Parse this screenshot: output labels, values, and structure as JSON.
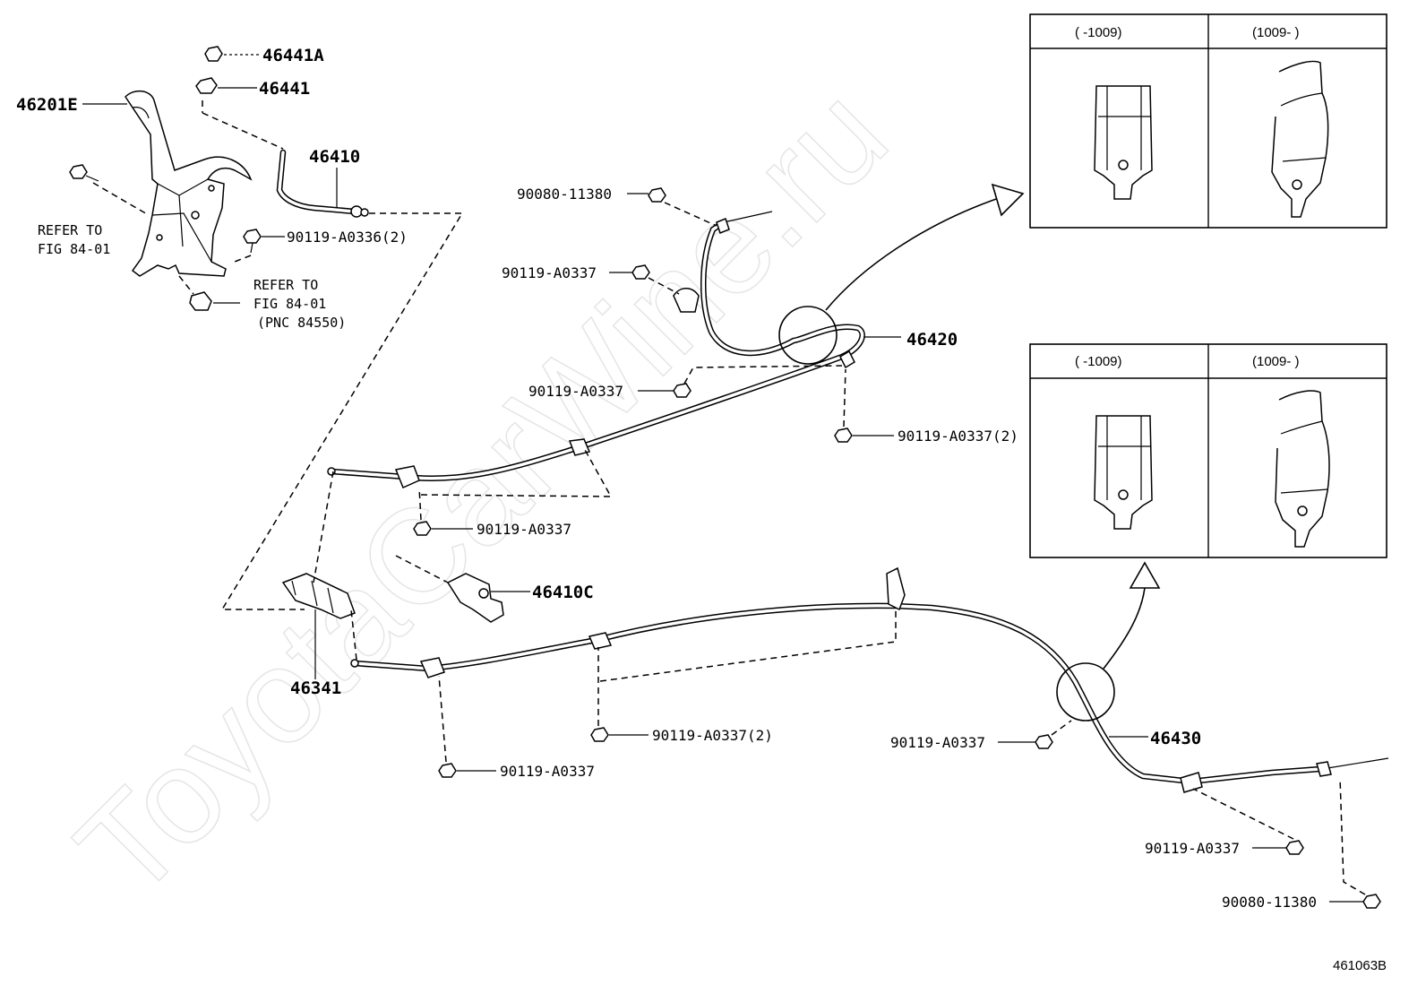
{
  "watermark": "ToyotaCarWine.ru",
  "figure_code": "461063B",
  "labels": {
    "p46441A": "46441A",
    "p46441": "46441",
    "p46201E": "46201E",
    "p46410": "46410",
    "ref_top_1": "REFER TO",
    "ref_top_2": "FIG 84-01",
    "ref_mid_1": "REFER TO",
    "ref_mid_2": "FIG 84-01",
    "ref_mid_3": "(PNC 84550)",
    "bolt_a0336": "90119-A0336(2)",
    "bolt_11380_top": "90080-11380",
    "bolt_a0337_1": "90119-A0337",
    "p46420": "46420",
    "bolt_a0337_2": "90119-A0337",
    "bolt_a0337_3": "90119-A0337(2)",
    "bolt_a0337_4": "90119-A0337",
    "p46410C": "46410C",
    "p46341": "46341",
    "bolt_a0337_5": "90119-A0337(2)",
    "bolt_a0337_6": "90119-A0337",
    "bolt_a0337_7": "90119-A0337",
    "p46430": "46430",
    "bolt_a0337_8": "90119-A0337",
    "bolt_11380_bottom": "90080-11380"
  },
  "inset_top": {
    "col_left": "(      -1009)",
    "col_right": "(1009-      )"
  },
  "inset_bottom": {
    "col_left": "(      -1009)",
    "col_right": "(1009-      )"
  }
}
